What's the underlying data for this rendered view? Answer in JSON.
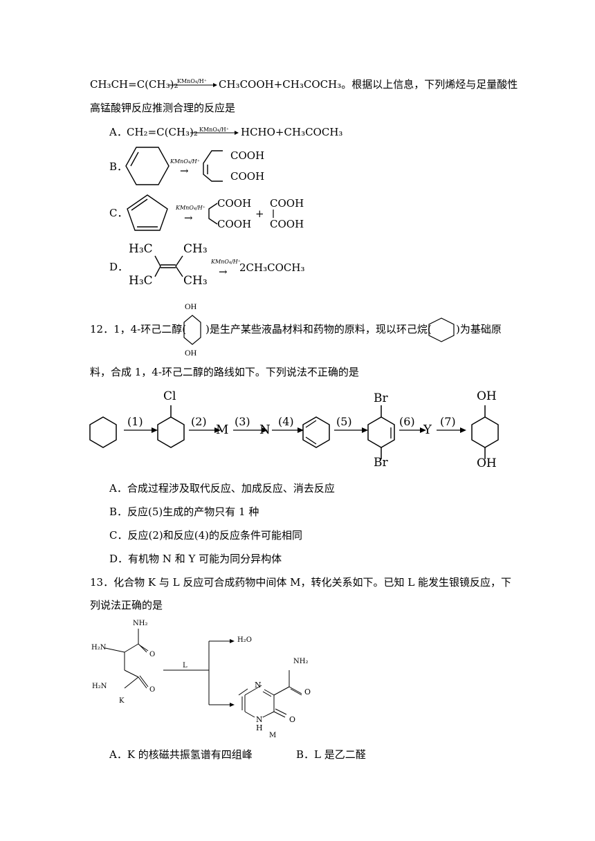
{
  "intro": {
    "line1_left": "CH₃CH=C(CH₃)₂",
    "line1_right": "CH₃COOH+CH₃COCH₃。根据以上信息，下列烯烃与足量酸性",
    "reagent": "KMnO₄/H⁺",
    "line2": "高锰酸钾反应推测合理的反应是"
  },
  "q11_options": {
    "a_label": "A．",
    "a_left": "CH₂=C(CH₃)₂",
    "a_right": "HCHO+CH₃COCH₃",
    "b_label": "B．",
    "c_label": "C．",
    "d_label": "D．",
    "d_product": "2CH₃COCH₃",
    "cooh": "COOH",
    "plus": "+",
    "h3c": "H₃C",
    "ch3": "CH₃"
  },
  "q12": {
    "stem_part1": "12．1，4-环己二醇(",
    "stem_part2": ")是生产某些液晶材料和药物的原料，现以环己烷(",
    "stem_part3": ")为基础原",
    "stem_line2": "料，合成 1，4-环己二醇的路线如下。下列说法不正确的是",
    "oh": "OH",
    "cl": "Cl",
    "br": "Br",
    "M": "M",
    "N": "N",
    "Y": "Y",
    "steps": [
      "(1)",
      "(2)",
      "(3)",
      "(4)",
      "(5)",
      "(6)",
      "(7)"
    ],
    "options": [
      "A．合成过程涉及取代反应、加成反应、消去反应",
      "B．反应(5)生成的产物只有 1 种",
      "C．反应(2)和反应(4)的反应条件可能相同",
      "D．有机物 N 和 Y 可能为同分异构体"
    ]
  },
  "q13": {
    "stem_line1": "13．化合物 K 与 L 反应可合成药物中间体 M，转化关系如下。已知 L 能发生银镜反应，下",
    "stem_line2": "列说法正确的是",
    "nh2": "NH₂",
    "h2n": "H₂N",
    "o": "O",
    "K": "K",
    "L": "L",
    "M": "M",
    "h2o": "H₂O",
    "n": "N",
    "h": "H",
    "option_a": "A．K 的核磁共振氢谱有四组峰",
    "option_b": "B．L 是乙二醛"
  }
}
